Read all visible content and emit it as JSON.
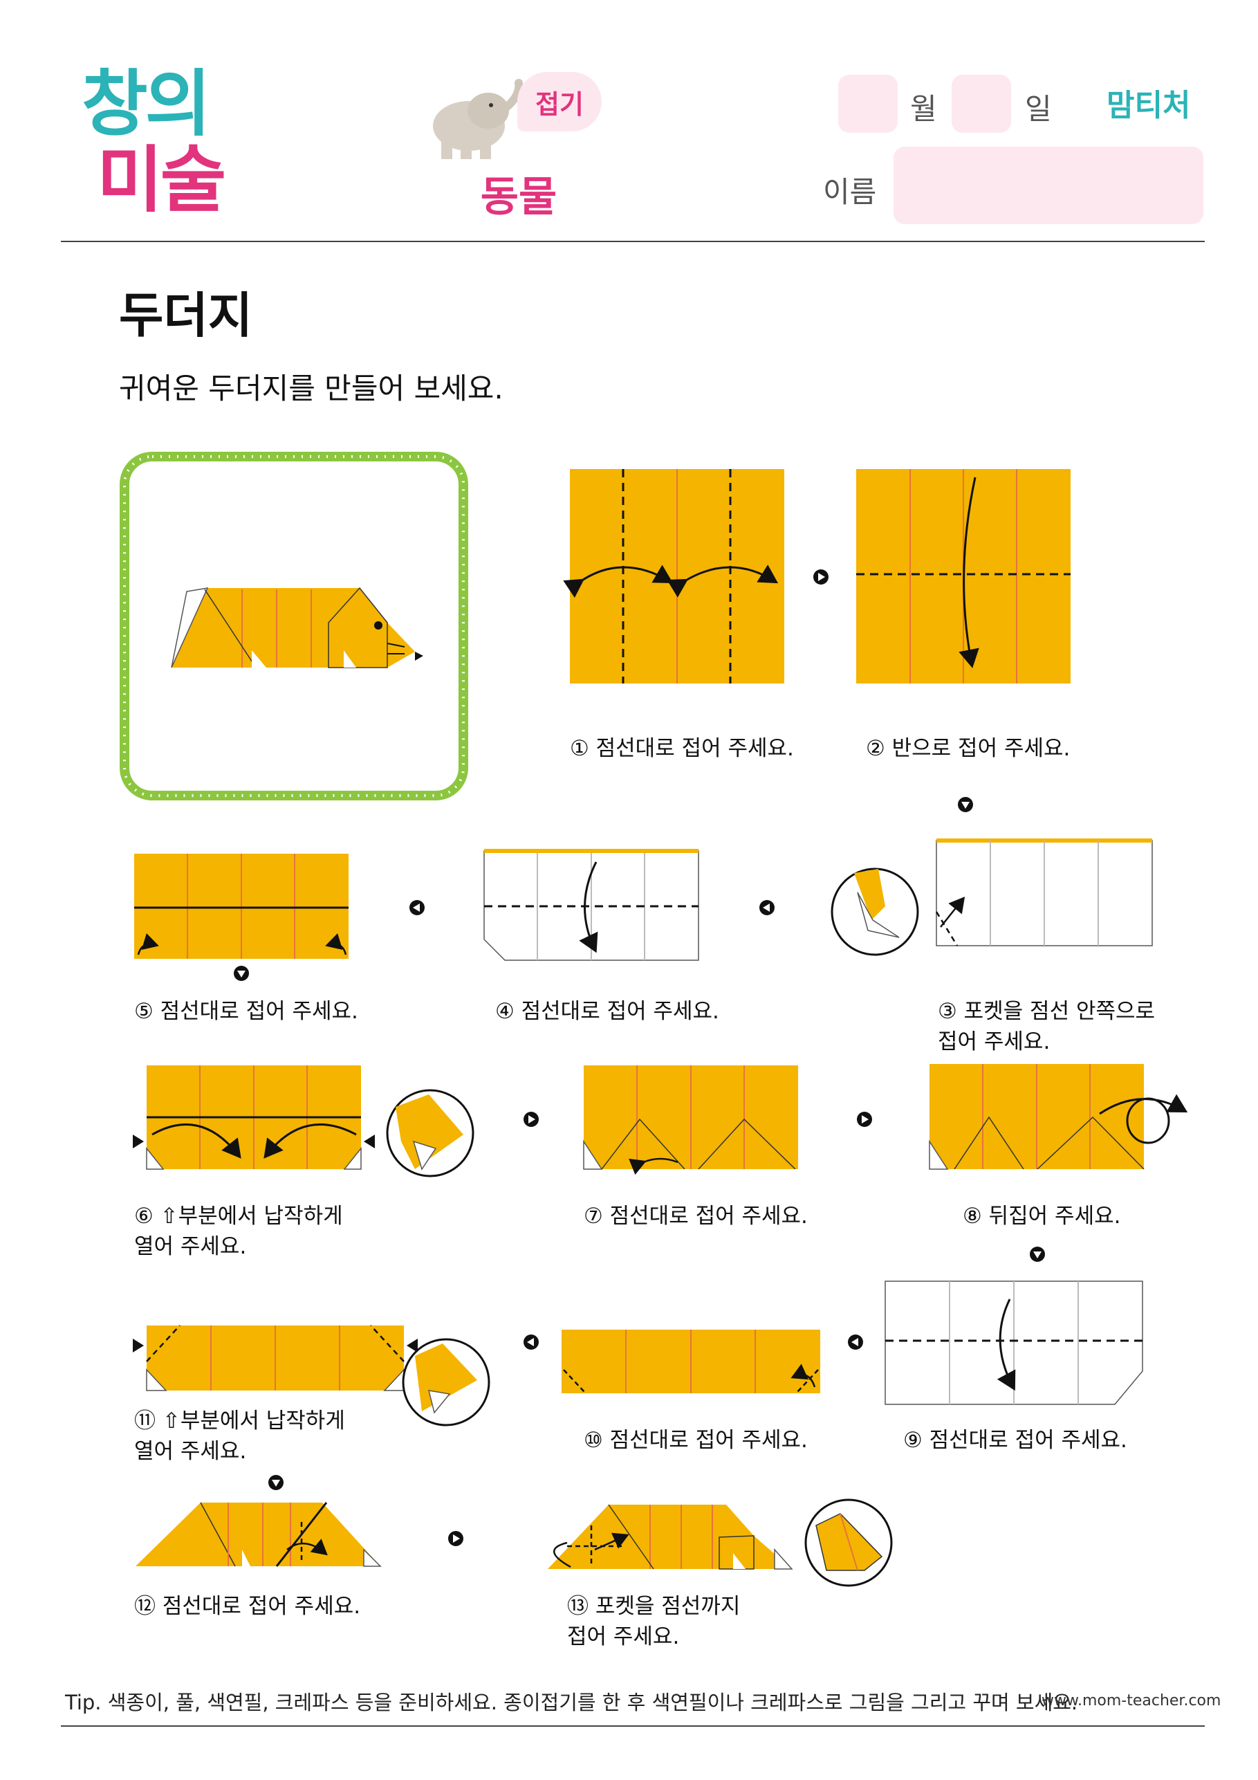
{
  "header": {
    "logo_line1": "창의",
    "logo_line2": "미술",
    "category": "접기",
    "theme": "동물",
    "month_label": "월",
    "day_label": "일",
    "name_label": "이름",
    "brand": "맘티처"
  },
  "page": {
    "title": "두더지",
    "subtitle": "귀여운 두더지를 만들어 보세요."
  },
  "steps": [
    {
      "n": 1,
      "text": "① 점선대로 접어 주세요."
    },
    {
      "n": 2,
      "text": "② 반으로 접어 주세요."
    },
    {
      "n": 3,
      "text": "③ 포켓을 점선 안쪽으로\n접어 주세요."
    },
    {
      "n": 4,
      "text": "④ 점선대로 접어 주세요."
    },
    {
      "n": 5,
      "text": "⑤ 점선대로 접어 주세요."
    },
    {
      "n": 6,
      "text": "⑥ ⇧부분에서 납작하게\n열어 주세요."
    },
    {
      "n": 7,
      "text": "⑦ 점선대로 접어 주세요."
    },
    {
      "n": 8,
      "text": "⑧ 뒤집어 주세요."
    },
    {
      "n": 9,
      "text": "⑨ 점선대로 접어 주세요."
    },
    {
      "n": 10,
      "text": "⑩ 점선대로 접어 주세요."
    },
    {
      "n": 11,
      "text": "⑪ ⇧부분에서 납작하게\n열어 주세요."
    },
    {
      "n": 12,
      "text": "⑫ 점선대로 접어 주세요."
    },
    {
      "n": 13,
      "text": "⑬ 포켓을 점선까지\n접어 주세요."
    }
  ],
  "footer": {
    "tip": "Tip. 색종이, 풀, 색연필, 크레파스 등을 준비하세요. 종이접기를 한 후 색연필이나 크레파스로 그림을 그리고 꾸며 보세요.",
    "url": "www.mom-teacher.com"
  },
  "colors": {
    "paper": "#f4b400",
    "crease": "#e8743b",
    "pink": "#e2337d",
    "teal": "#2bb3b7",
    "frame_green": "#8cc63f"
  }
}
